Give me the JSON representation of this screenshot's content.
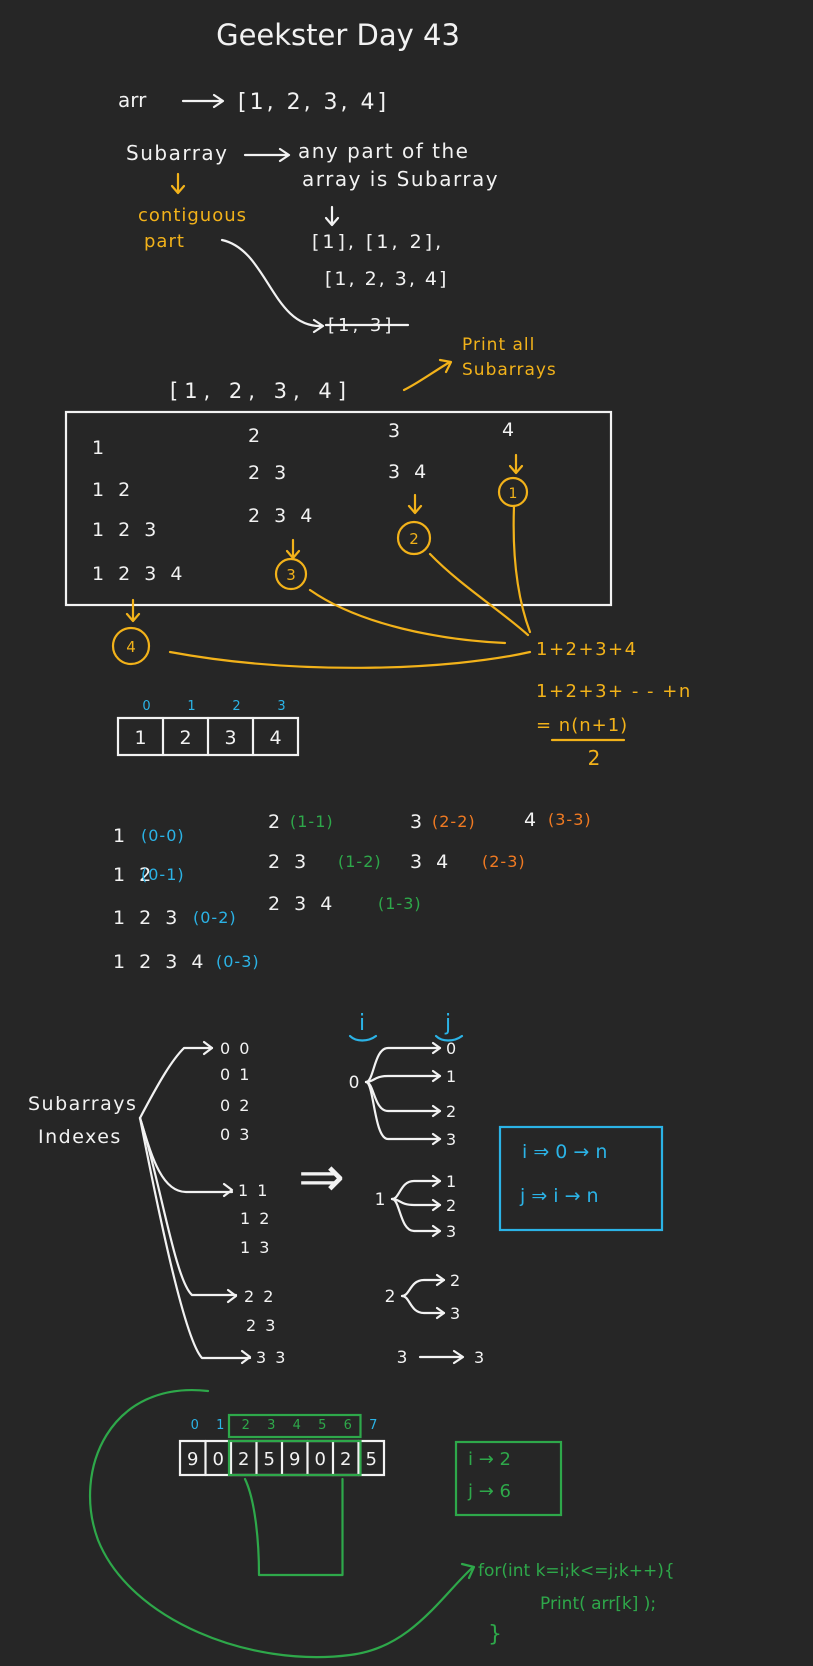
{
  "title": "Geekster Day 43",
  "intro": {
    "arr_label": "arr",
    "arr_value": "[1, 2, 3, 4]",
    "subarray_label": "Subarray",
    "definition_line1": "any part of the",
    "definition_line2": "array is Subarray",
    "contiguous_line1": "contiguous",
    "contiguous_line2": "part",
    "examples_line1": "[1], [1, 2],",
    "examples_line2": "[1, 2, 3, 4]",
    "invalid_example": "[1, 3]"
  },
  "print_all": {
    "array": "[1, 2, 3, 4]",
    "note_line1": "Print all",
    "note_line2": "Subarrays"
  },
  "subarray_box": {
    "col1": [
      "1",
      "1 2",
      "1 2 3",
      "1 2 3 4"
    ],
    "col2": [
      "2",
      "2 3",
      "2 3 4"
    ],
    "col3": [
      "3",
      "3 4"
    ],
    "col4": [
      "4"
    ],
    "counts": [
      "4",
      "3",
      "2",
      "1"
    ]
  },
  "sum": {
    "line1": "1+2+3+4",
    "line2": "1+2+3+ - - +n",
    "formula_num": "= n(n+1)",
    "formula_den": "2"
  },
  "index_array": {
    "indices": [
      "0",
      "1",
      "2",
      "3"
    ],
    "values": [
      "1",
      "2",
      "3",
      "4"
    ]
  },
  "ranges": {
    "col1": [
      {
        "values": "1",
        "range": "(0-0)"
      },
      {
        "values": "1 2",
        "range": "(0-1)"
      },
      {
        "values": "1 2 3",
        "range": "(0-2)"
      },
      {
        "values": "1 2 3 4",
        "range": "(0-3)"
      }
    ],
    "col2": [
      {
        "values": "2",
        "range": "(1-1)"
      },
      {
        "values": "2 3",
        "range": "(1-2)"
      },
      {
        "values": "2 3 4",
        "range": "(1-3)"
      }
    ],
    "col3": [
      {
        "values": "3",
        "range": "(2-2)"
      },
      {
        "values": "3 4",
        "range": "(2-3)"
      }
    ],
    "col4": [
      {
        "values": "4",
        "range": "(3-3)"
      }
    ]
  },
  "tree": {
    "label_line1": "Subarrays",
    "label_line2": "Indexes",
    "pairs": [
      [
        "0 0",
        "0 1",
        "0 2",
        "0 3"
      ],
      [
        "1 1",
        "1 2",
        "1 3"
      ],
      [
        "2 2",
        "2 3"
      ],
      [
        "3 3"
      ]
    ],
    "arrow": "⇒",
    "i_label": "i",
    "j_label": "j",
    "i_values": [
      "0",
      "1",
      "2",
      "3"
    ],
    "j_groups": [
      [
        "0",
        "1",
        "2",
        "3"
      ],
      [
        "1",
        "2",
        "3"
      ],
      [
        "2",
        "3"
      ],
      [
        "3"
      ]
    ],
    "rule_line1": "i ⇒ 0 → n",
    "rule_line2": "j ⇒ i → n"
  },
  "example": {
    "indices": [
      "0",
      "1",
      "2",
      "3",
      "4",
      "5",
      "6",
      "7"
    ],
    "values": [
      "9",
      "0",
      "2",
      "5",
      "9",
      "0",
      "2",
      "5"
    ],
    "i_line": "i → 2",
    "j_line": "j → 6",
    "code_line1": "for(int k=i;k<=j;k++){",
    "code_line2": "Print( arr[k] );",
    "code_line3": "}"
  },
  "colors": {
    "background": "#262626",
    "chalk_white": "#f2f2f2",
    "yellow": "#f2b21a",
    "blue": "#2bb3e6",
    "green": "#2ea84a",
    "orange": "#f07a22"
  }
}
